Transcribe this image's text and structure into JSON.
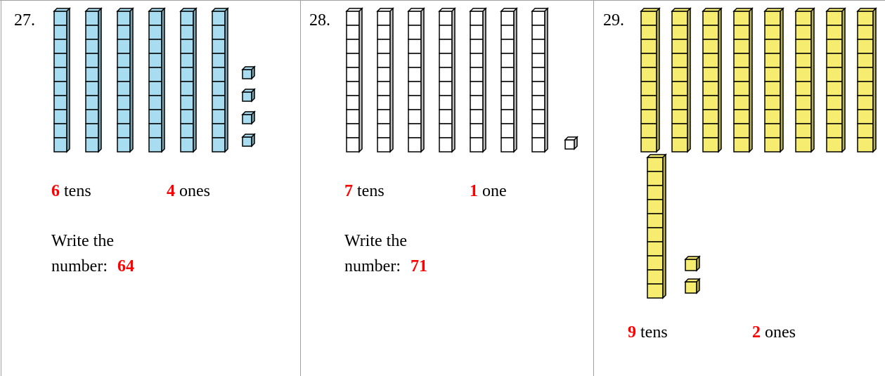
{
  "problems": [
    {
      "number": "27.",
      "block_color": "#a8dcf0",
      "tens": 6,
      "ones": 4,
      "tens_value": "6",
      "tens_word": "tens",
      "ones_value": "4",
      "ones_word": "ones",
      "prompt_line1": "Write the",
      "prompt_line2": "number:",
      "answer": "64"
    },
    {
      "number": "28.",
      "block_color": "#ffffff",
      "tens": 7,
      "ones": 1,
      "tens_value": "7",
      "tens_word": "tens",
      "ones_value": "1",
      "ones_word": "one",
      "prompt_line1": "Write the",
      "prompt_line2": "number:",
      "answer": "71"
    },
    {
      "number": "29.",
      "block_color": "#f5ec70",
      "tens": 9,
      "ones": 2,
      "tens_value": "9",
      "tens_word": "tens",
      "ones_value": "2",
      "ones_word": "ones"
    }
  ]
}
